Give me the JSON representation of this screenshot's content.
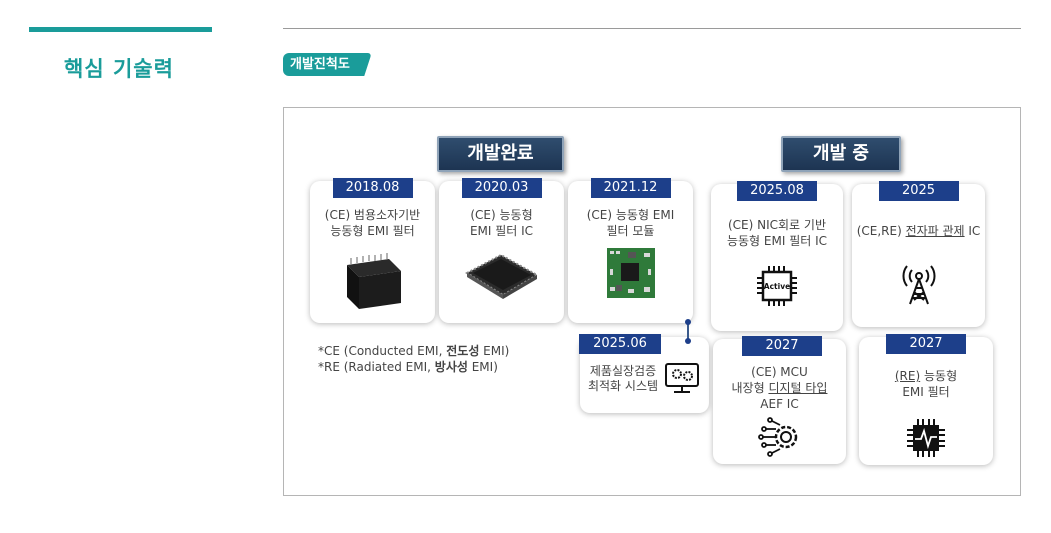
{
  "sidebar": {
    "title": "핵심 기술력"
  },
  "section": {
    "tag": "개발진척도"
  },
  "groups": {
    "done": "개발완료",
    "in_progress": "개발 중"
  },
  "cards": [
    {
      "date": "2018.08",
      "title_line1": "(CE) 범용소자기반",
      "title_line2": "능동형 EMI 필터",
      "icon": "emi-filter-chip"
    },
    {
      "date": "2020.03",
      "title_line1": "(CE) 능동형",
      "title_line2": "EMI 필터 IC",
      "icon": "qfp-ic-chip"
    },
    {
      "date": "2021.12",
      "title_line1": "(CE) 능동형 EMI",
      "title_line2": "필터 모듈",
      "icon": "pcb-module"
    },
    {
      "date": "2025.08",
      "title_line1": "(CE) NIC회로 기반",
      "title_line2": "능동형 EMI 필터 IC",
      "icon": "active-chip-icon",
      "icon_label": "Active"
    },
    {
      "date": "2025",
      "title_prefix": "(CE,RE) ",
      "title_underlined": "전자파 관제",
      "title_suffix": " IC",
      "icon": "radio-tower-icon"
    },
    {
      "date": "2025.06",
      "title_line1": "제품실장검증",
      "title_line2": "최적화 시스템",
      "icon": "monitor-gear-icon"
    },
    {
      "date": "2027",
      "title_line1": "(CE) MCU",
      "title_line2_prefix": "내장형 ",
      "title_line2_underlined": "디지털 타입",
      "title_line3": "AEF IC",
      "icon": "gear-circuit-icon"
    },
    {
      "date": "2027",
      "title_line1_underlined": "(RE)",
      "title_line1_suffix": " 능동형",
      "title_line2": "EMI 필터",
      "icon": "chip-signal-icon"
    }
  ],
  "notes": {
    "line1_prefix": "*CE (Conducted EMI, ",
    "line1_bold": "전도성",
    "line1_suffix": " EMI)",
    "line2_prefix": "*RE (Radiated EMI, ",
    "line2_bold": "방사성",
    "line2_suffix": " EMI)"
  },
  "colors": {
    "teal": "#1a9c9a",
    "navy": "#1d3f8a",
    "label_navy": "#1d3452"
  }
}
